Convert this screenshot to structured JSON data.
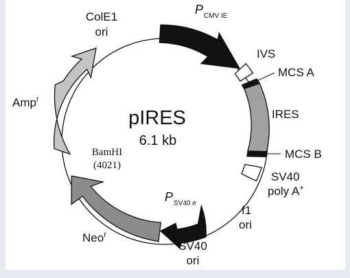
{
  "plasmid": {
    "name": "pIRES",
    "size": "6.1 kb"
  },
  "labels": {
    "cole1": [
      "ColE1",
      "ori"
    ],
    "cmv_main": "P",
    "cmv_sub": "CMV IE",
    "ivs": "IVS",
    "mcs_a": "MCS A",
    "ires": "IRES",
    "mcs_b": "MCS B",
    "sv40pa": [
      "SV40",
      "poly A",
      "+"
    ],
    "f1": [
      "f1",
      "ori"
    ],
    "sv40ori": [
      "SV40",
      "ori"
    ],
    "sv40e_main": "P",
    "sv40e_sub": "SV40 e",
    "neo_main": "Neo",
    "neo_sup": "r",
    "amp_main": "Amp",
    "amp_sup": "r",
    "bamhi": [
      "BamHI",
      "(4021)"
    ]
  },
  "colors": {
    "background_outer": "#e6eaee",
    "panel": "#ffffff",
    "backbone": "#111111",
    "cmv_arrow": "#111111",
    "sv40e_arrow": "#111111",
    "ires_block": "#a0a0a0",
    "neo_arrow": "#8c8c8c",
    "amp_arrow": "#c4c4c4",
    "mcs_bands": "#111111",
    "open_boxes": "#ffffff"
  }
}
